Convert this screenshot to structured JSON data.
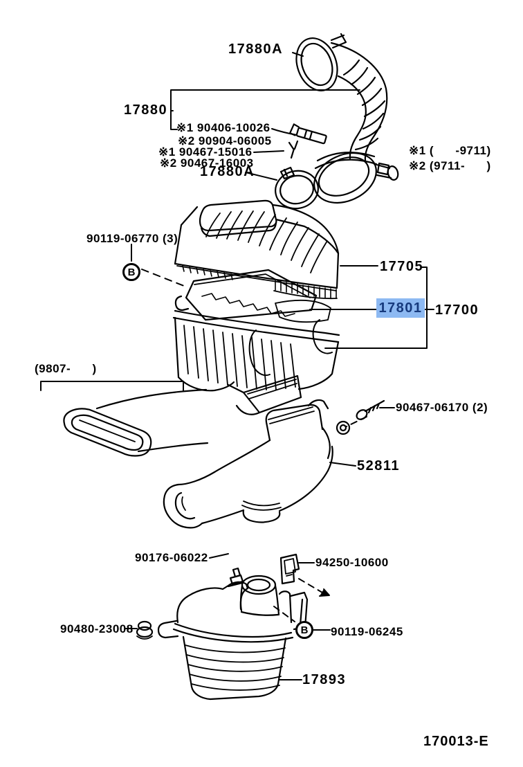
{
  "figure_code": "170013-E",
  "colors": {
    "line": "#000000",
    "background": "#ffffff",
    "highlight_bg": "#8db9f2",
    "highlight_text": "#16397c"
  },
  "callouts": {
    "clamp_upper": "17880A",
    "hose": "17880",
    "hose_bolt_note1": "※1 90406-10026",
    "hose_bolt_note2": "※2 90904-06005",
    "hose_clamp_note1": "※1 90467-15016",
    "hose_clamp_note2": "※2 90467-16003",
    "clamp_lower": "17880A",
    "applicability_note1": "※1 (      -9711)",
    "applicability_note2": "※2 (9711-      )",
    "cap_bolt": "90119-06770 (3)",
    "marker_b_top": "B",
    "cleaner_cap": "17705",
    "filter_element": "17801",
    "cleaner_case": "17700",
    "duct_date_range": "(9807-      )",
    "duct_bolt": "90467-06170 (2)",
    "inlet_duct": "52811",
    "resonator_bolt": "90176-06022",
    "resonator_clip": "94250-10600",
    "resonator_grommet": "90480-23008",
    "marker_b_bottom": "B",
    "resonator_nut": "90119-06245",
    "resonator": "17893"
  }
}
